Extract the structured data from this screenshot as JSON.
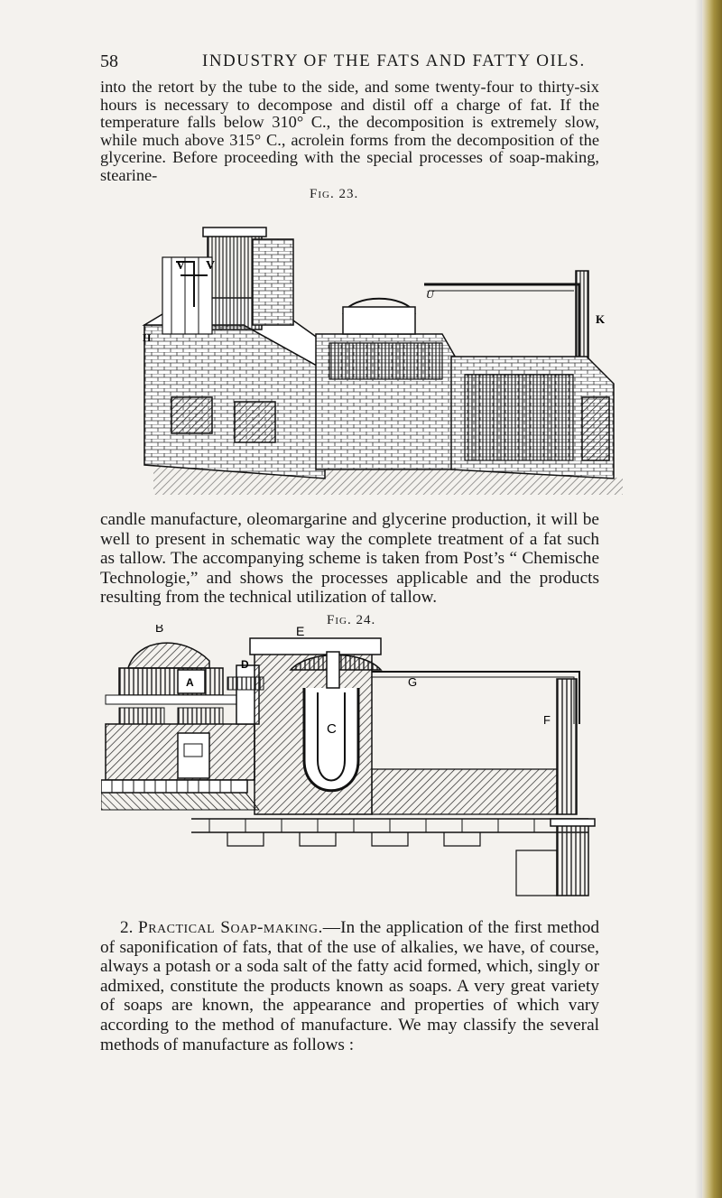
{
  "header": {
    "page_number": "58",
    "running_head": "INDUSTRY OF THE FATS AND FATTY OILS."
  },
  "paragraph1": "into the retort by the tube to the side, and some twenty-four to thirty-six hours is necessary to decompose and distil off a charge of fat. If the temperature falls below 310° C., the decomposition is extremely slow, while much above 315° C., acrolein forms from the decomposition of the glycerine. Before proceeding with the special processes of soap-making, stearine-",
  "figure23": {
    "caption": "Fig. 23.",
    "labels": {
      "v1": "V",
      "v2": "V",
      "u": "U",
      "k": "K",
      "h": "H"
    }
  },
  "paragraph2": "candle manufacture, oleomargarine and glycerine production, it will be well to present in schematic way the complete treatment of a fat such as tallow. The accompanying scheme is taken from Post’s “ Chemische Technologie,” and shows the processes applicable and the products resulting from the technical utilization of tallow.",
  "figure24": {
    "caption": "Fig. 24.",
    "labels": {
      "a": "A",
      "b": "B",
      "c": "C",
      "d": "D",
      "e": "E",
      "f": "F",
      "g": "G"
    }
  },
  "paragraph3": {
    "number": "2.",
    "heading": "Practical Soap-making.",
    "body": "—In the application of the first method of saponification of fats, that of the use of alkalies, we have, of course, always a potash or a soda salt of the fatty acid formed, which, singly or admixed, constitute the products known as soaps. A very great variety of soaps are known, the appearance and properties of which vary according to the method of manufacture. We may classify the several methods of manufacture as follows :"
  }
}
